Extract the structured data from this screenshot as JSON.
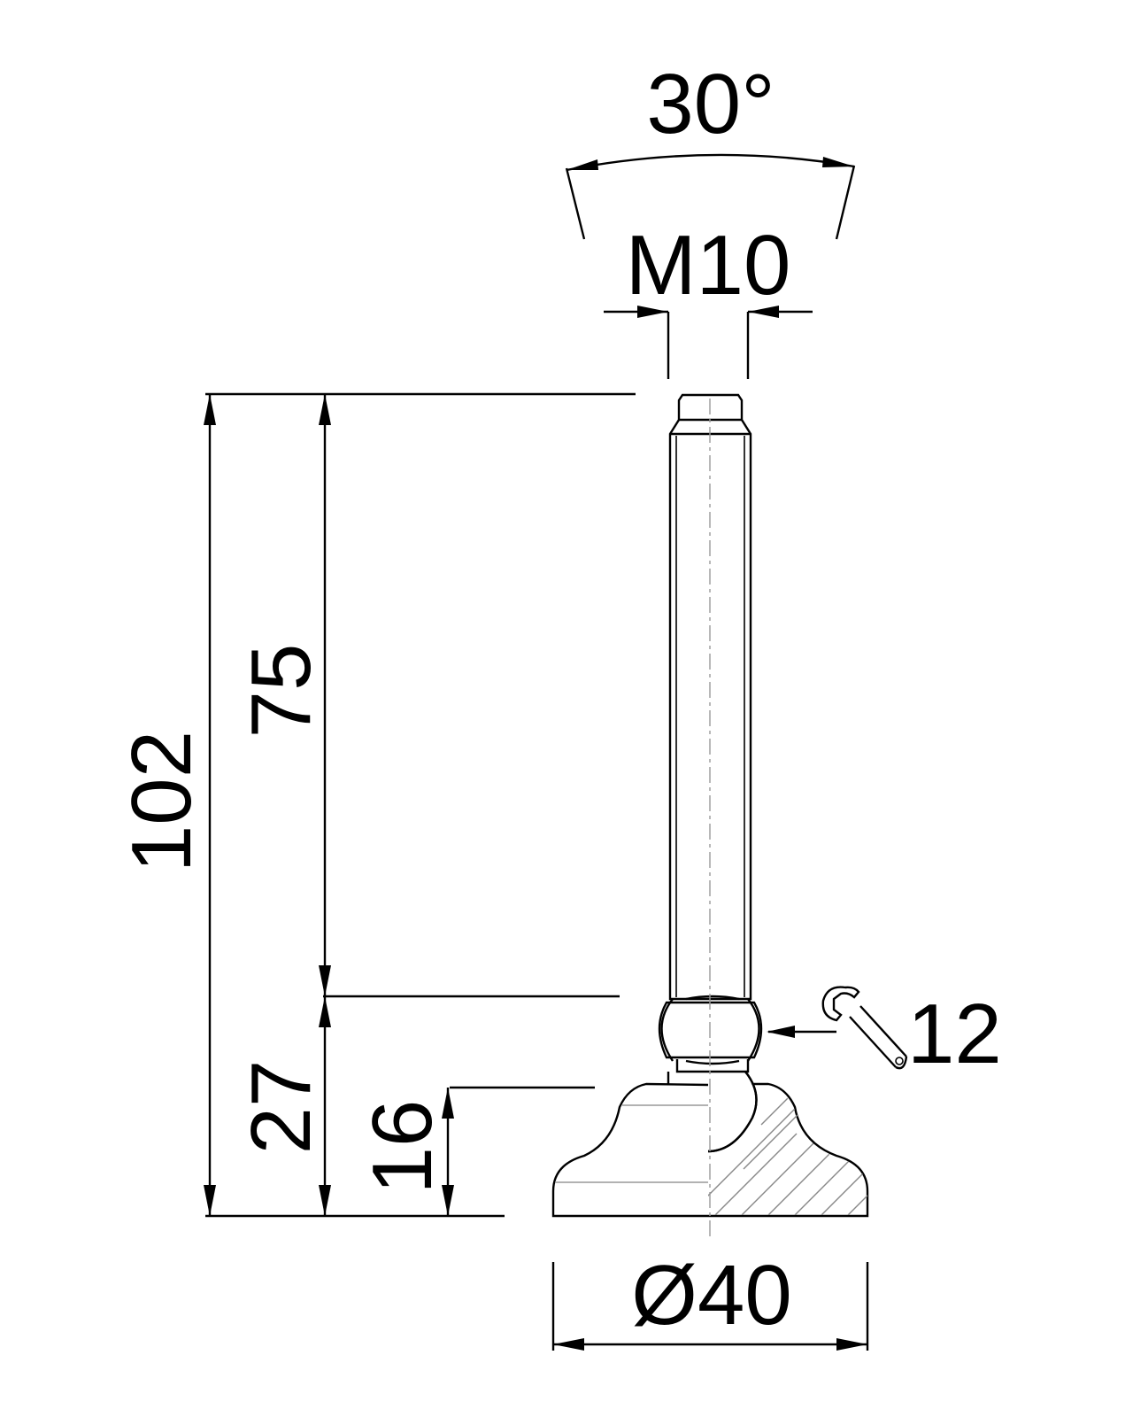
{
  "drawing": {
    "angle_label": "30°",
    "thread_label": "M10",
    "total_height_label": "102",
    "thread_length_label": "75",
    "base_height_label": "27",
    "foot_height_label": "16",
    "wrench_size_label": "12",
    "diameter_label": "Ø40",
    "icons": [
      "wrench-icon"
    ]
  }
}
